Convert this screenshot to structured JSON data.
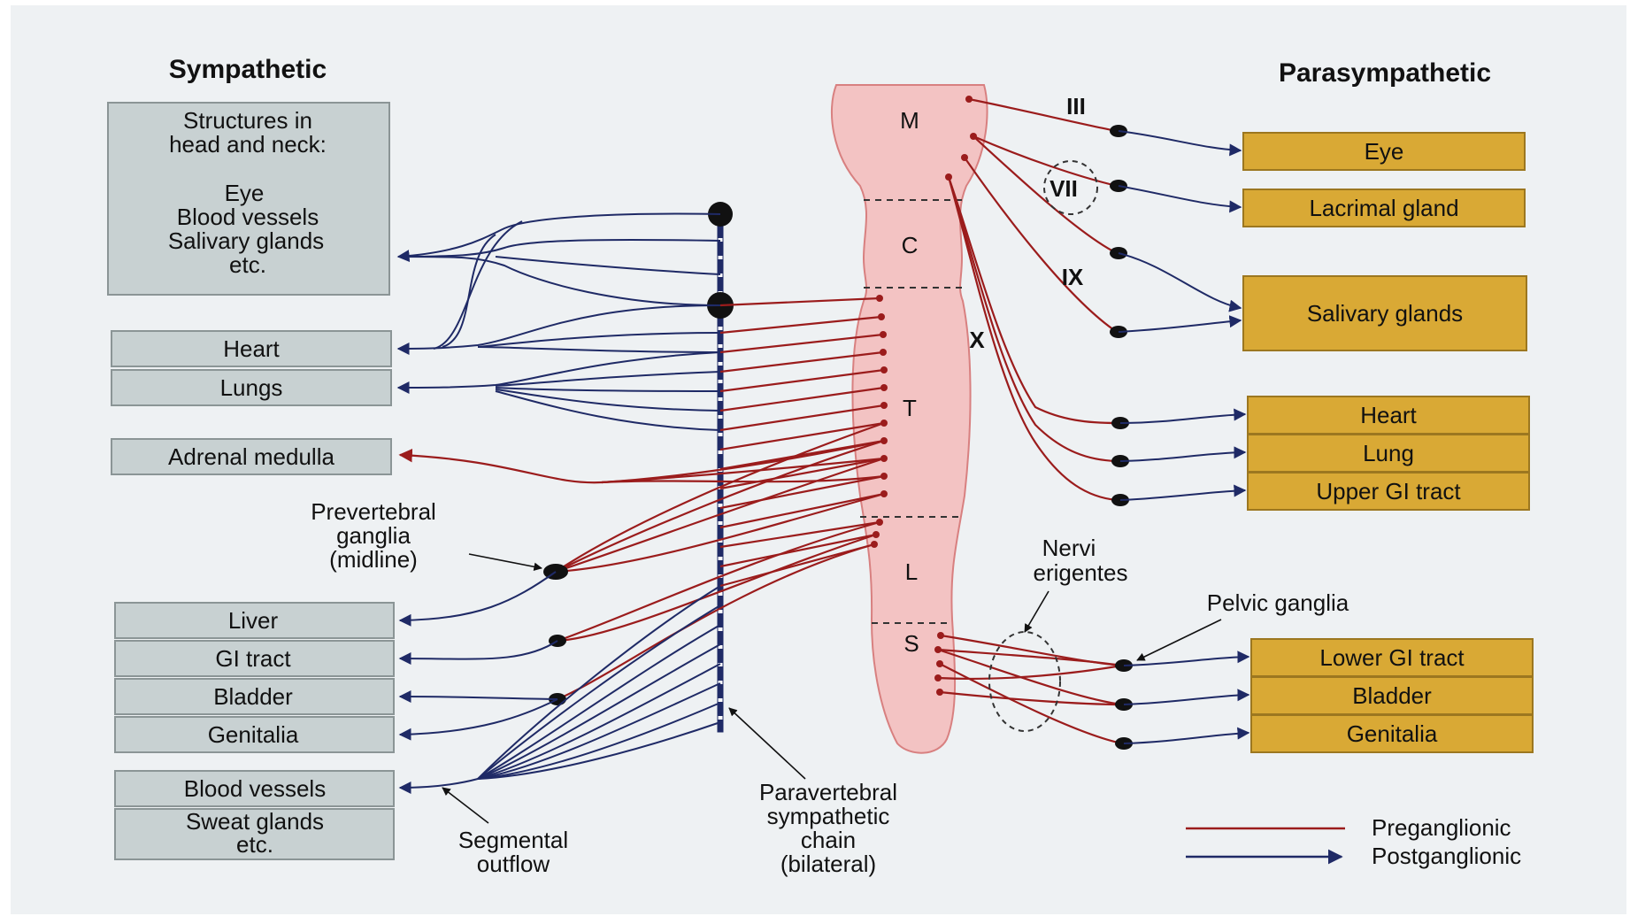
{
  "headings": {
    "sympathetic": "Sympathetic",
    "parasympathetic": "Parasympathetic"
  },
  "sympathetic_targets": {
    "head_neck": [
      "Structures in",
      "head and neck:",
      "",
      "Eye",
      "Blood vessels",
      "Salivary glands",
      "etc."
    ],
    "heart": "Heart",
    "lungs": "Lungs",
    "adrenal": "Adrenal medulla",
    "liver": "Liver",
    "gi_tract": "GI tract",
    "bladder": "Bladder",
    "genitalia": "Genitalia",
    "blood_vessels": "Blood vessels",
    "sweat": [
      "Sweat glands",
      "etc."
    ]
  },
  "parasympathetic_targets": {
    "eye": "Eye",
    "lacrimal": "Lacrimal gland",
    "salivary": "Salivary glands",
    "heart": "Heart",
    "lung": "Lung",
    "upper_gi": "Upper GI tract",
    "lower_gi": "Lower GI tract",
    "bladder": "Bladder",
    "genitalia": "Genitalia"
  },
  "cord_regions": {
    "m": "M",
    "c": "C",
    "t": "T",
    "l": "L",
    "s": "S"
  },
  "cranial_nerves": {
    "iii": "III",
    "vii": "VII",
    "ix": "IX",
    "x": "X"
  },
  "annotations": {
    "prevertebral": [
      "Prevertebral",
      "ganglia",
      "(midline)"
    ],
    "nervi": [
      "Nervi",
      "erigentes"
    ],
    "pelvic": "Pelvic ganglia",
    "segmental": [
      "Segmental",
      "outflow"
    ],
    "paravertebral": [
      "Paravertebral",
      "sympathetic",
      "chain",
      "(bilateral)"
    ]
  },
  "legend": {
    "pre": "Preganglionic",
    "post": "Postganglionic"
  },
  "colors": {
    "preganglionic": "#9b1c1c",
    "postganglionic": "#1f2a66",
    "para_box": "#d9a935",
    "symp_box": "#c8d1d2",
    "cord": "#f3c3c3"
  }
}
